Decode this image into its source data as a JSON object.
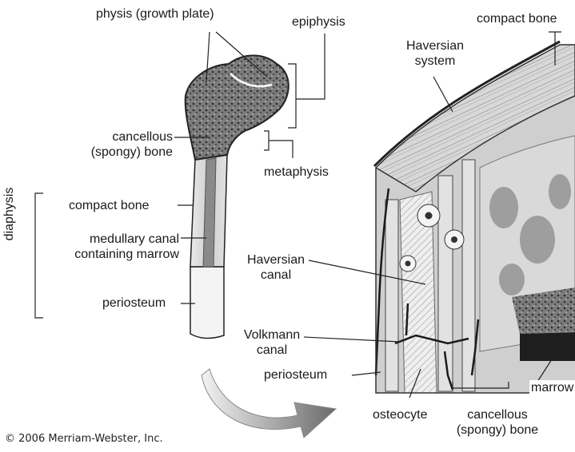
{
  "labels": {
    "physis": "physis (growth plate)",
    "epiphysis": "epiphysis",
    "compact_bone_top": "compact bone",
    "haversian_system": [
      "Haversian",
      "system"
    ],
    "cancellous_left": [
      "cancellous",
      "(spongy) bone"
    ],
    "metaphysis": "metaphysis",
    "diaphysis": "diaphysis",
    "compact_bone_left": "compact bone",
    "medullary_canal": [
      "medullary canal",
      "containing marrow"
    ],
    "periosteum_left": "periosteum",
    "haversian_canal": [
      "Haversian",
      "canal"
    ],
    "volkmann_canal": [
      "Volkmann",
      "canal"
    ],
    "periosteum_right": "periosteum",
    "osteocyte": "osteocyte",
    "cancellous_right": [
      "cancellous",
      "(spongy) bone"
    ],
    "marrow": "marrow"
  },
  "copyright": "© 2006 Merriam-Webster, Inc."
}
